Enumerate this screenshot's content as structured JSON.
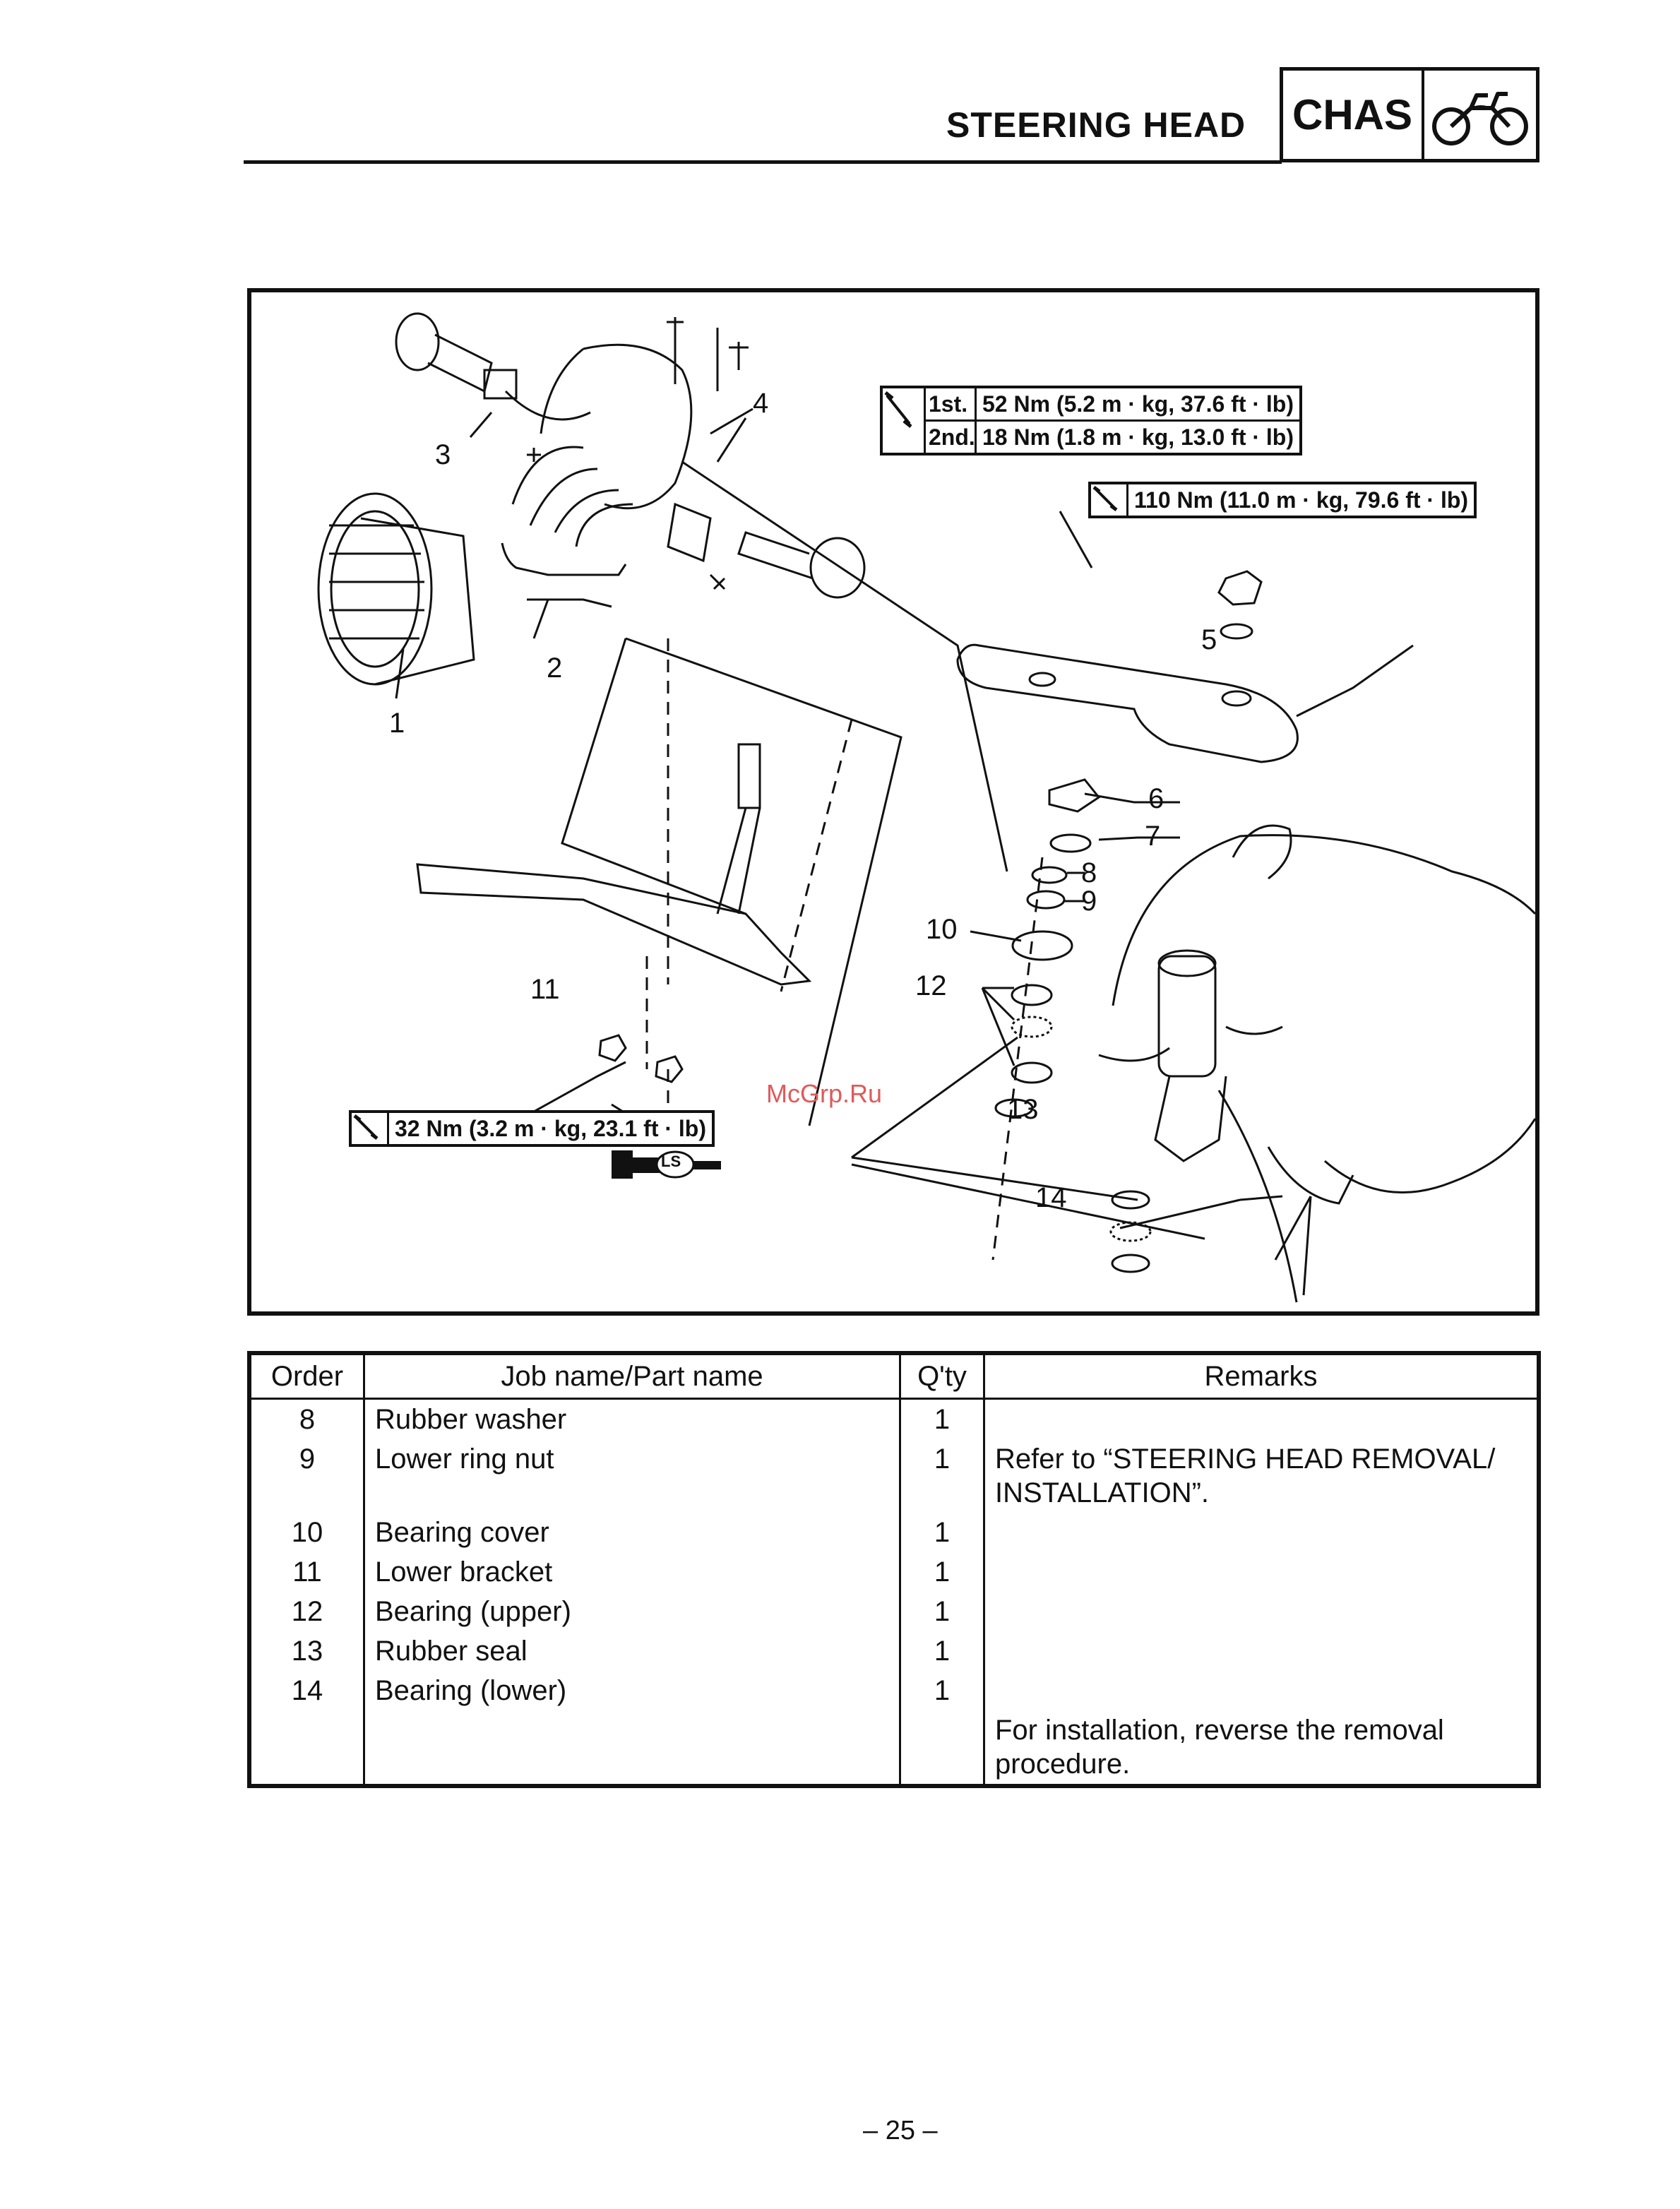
{
  "header": {
    "title": "STEERING HEAD",
    "section_badge": "CHAS",
    "section_icon": "motorcycle-icon"
  },
  "figure": {
    "callouts": [
      "1",
      "2",
      "3",
      "4",
      "5",
      "6",
      "7",
      "8",
      "9",
      "10",
      "11",
      "12",
      "13",
      "14"
    ],
    "torque_upper": [
      {
        "step": "1st.",
        "value": "52 Nm (5.2 m · kg, 37.6 ft · lb)"
      },
      {
        "step": "2nd.",
        "value": "18 Nm (1.8 m · kg, 13.0 ft · lb)"
      }
    ],
    "torque_nut": "110 Nm (11.0 m · kg, 79.6 ft · lb)",
    "torque_lower": "32 Nm (3.2 m · kg, 23.1 ft · lb)",
    "lubricant_label": "LS",
    "watermark": "McGrp.Ru"
  },
  "table": {
    "headers": {
      "order": "Order",
      "name": "Job name/Part name",
      "qty": "Q'ty",
      "remarks": "Remarks"
    },
    "rows": [
      {
        "order": "8",
        "name": "Rubber washer",
        "qty": "1",
        "remarks": ""
      },
      {
        "order": "9",
        "name": "Lower ring nut",
        "qty": "1",
        "remarks": "Refer to “STEERING HEAD REMOVAL/ INSTALLATION”."
      },
      {
        "order": "10",
        "name": "Bearing cover",
        "qty": "1",
        "remarks": ""
      },
      {
        "order": "11",
        "name": "Lower bracket",
        "qty": "1",
        "remarks": ""
      },
      {
        "order": "12",
        "name": "Bearing (upper)",
        "qty": "1",
        "remarks": ""
      },
      {
        "order": "13",
        "name": "Rubber seal",
        "qty": "1",
        "remarks": ""
      },
      {
        "order": "14",
        "name": "Bearing (lower)",
        "qty": "1",
        "remarks": ""
      },
      {
        "order": "",
        "name": "",
        "qty": "",
        "remarks": "For installation, reverse the removal procedure."
      }
    ]
  },
  "footer": {
    "page_number": "– 25 –"
  }
}
